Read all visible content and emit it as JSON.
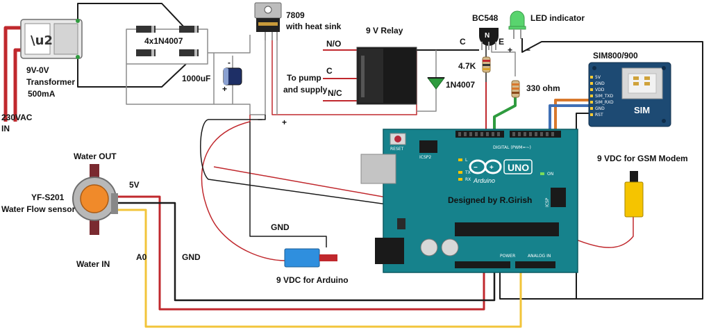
{
  "labels": {
    "transformer": "9V-0V",
    "transformer_name": "Transformer",
    "transformer_rating": "500mA",
    "mains_voltage": "230VAC",
    "mains_in": "IN",
    "bridge": "4x1N4007",
    "capacitor": "1000uF",
    "cap_minus": "-",
    "cap_plus": "+",
    "regulator": "7809",
    "regulator_note": "with heat sink",
    "relay": "9 V Relay",
    "relay_no": "N/O",
    "relay_c": "C",
    "relay_nc": "N/C",
    "pump_line1": "To pump",
    "pump_line2": "and supply",
    "diode": "1N4007",
    "transistor": "BC548",
    "collector": "C",
    "emitter": "E",
    "base_resistor": "4.7K",
    "led_resistor": "330 ohm",
    "led": "LED indicator",
    "led_plus": "+",
    "led_minus": "−",
    "supply_minus": "−",
    "supply_plus": "+",
    "gsm_module": "SIM800/900",
    "sim_badge": "SIM",
    "gsm_pins": [
      "5V",
      "GND",
      "VDD",
      "SIM_TXD",
      "SIM_RXD",
      "GND",
      "RST"
    ],
    "gsm_power": "9 VDC for GSM Modem",
    "water_out": "Water OUT",
    "water_in": "Water IN",
    "sensor_model": "YF-S201",
    "sensor_name": "Water Flow sensor",
    "sensor_5v": "5V",
    "sensor_a0": "A0",
    "sensor_gnd": "GND",
    "gnd_wire": "GND",
    "arduino_power": "9 VDC for Arduino",
    "designer": "Designed by R.Girish",
    "arduino_brand": "Arduino",
    "arduino_model": "UNO",
    "reset": "RESET",
    "icsp2": "ICSP2",
    "icsp": "ICSP",
    "digital": "DIGITAL (PWM=~)",
    "power": "POWER",
    "analog_in": "ANALOG IN",
    "led_l": "L",
    "led_tx": "TX",
    "led_rx": "RX",
    "on": "ON"
  },
  "colors": {
    "wire_red": "#c0282d",
    "wire_black": "#1a1a1a",
    "wire_yellow": "#f2c43a",
    "wire_grey": "#9a9a9a",
    "wire_green": "#2e9b3e",
    "wire_blue": "#3f6fb5",
    "wire_orange": "#d8782c",
    "board_teal": "#16828c",
    "gsm_blue": "#1d4a73",
    "sensor_orange": "#f08a2a",
    "sensor_maroon": "#7a2a30",
    "jack_blue": "#2f8fde",
    "jack_yellow": "#f5c400",
    "led_green": "#59d46e"
  }
}
